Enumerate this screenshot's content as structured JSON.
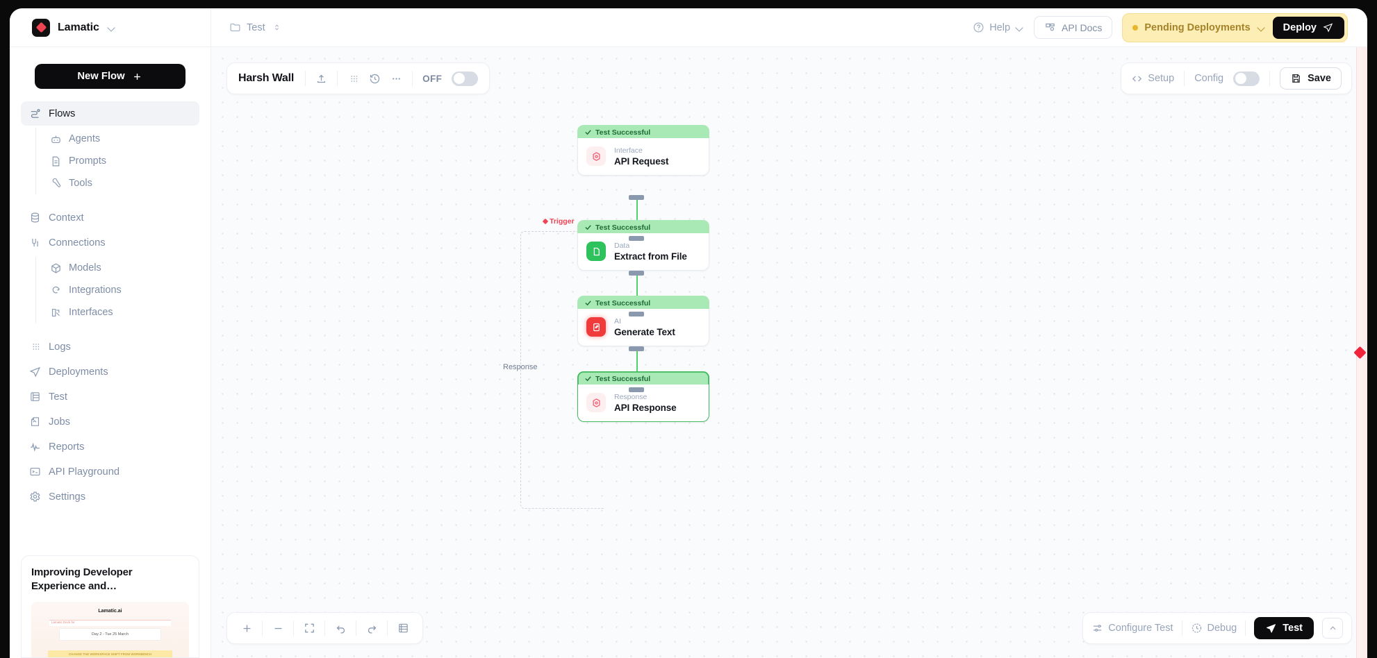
{
  "topbar": {
    "brand": "Lamatic",
    "brand_caret": "chevron-down",
    "breadcrumb_folder": "Test",
    "help": "Help",
    "api_docs": "API Docs",
    "pending_deployments": "Pending Deployments",
    "deploy": "Deploy",
    "accent_amber": "#fdeeb5",
    "accent_amber_text": "#a5832a",
    "brand_red": "#f04452"
  },
  "sidebar": {
    "new_flow": "New Flow",
    "items": [
      {
        "label": "Flows",
        "icon": "flows-icon",
        "active": true
      },
      {
        "label": "Context",
        "icon": "database-icon",
        "active": false
      },
      {
        "label": "Connections",
        "icon": "connections-icon",
        "active": false
      },
      {
        "label": "Logs",
        "icon": "logs-icon",
        "active": false
      },
      {
        "label": "Deployments",
        "icon": "deployments-icon",
        "active": false
      },
      {
        "label": "Test",
        "icon": "test-icon",
        "active": false
      },
      {
        "label": "Jobs",
        "icon": "jobs-icon",
        "active": false
      },
      {
        "label": "Reports",
        "icon": "reports-icon",
        "active": false
      },
      {
        "label": "API Playground",
        "icon": "terminal-icon",
        "active": false
      },
      {
        "label": "Settings",
        "icon": "gear-icon",
        "active": false
      }
    ],
    "flows_children": [
      {
        "label": "Agents",
        "icon": "robot-icon"
      },
      {
        "label": "Prompts",
        "icon": "document-icon"
      },
      {
        "label": "Tools",
        "icon": "wrench-icon"
      }
    ],
    "connections_children": [
      {
        "label": "Models",
        "icon": "cube-icon"
      },
      {
        "label": "Integrations",
        "icon": "integrations-icon"
      },
      {
        "label": "Interfaces",
        "icon": "interfaces-icon"
      }
    ],
    "promo": {
      "title": "Improving Developer Experience and…",
      "thumb_brand": "Lamatic.ai",
      "thumb_bar": "Lamatic Deck for",
      "thumb_card": "Day 2 - Tue 25 March",
      "thumb_yellow": "CHANGE THE WORKSPACE SHIFT FROM WORKBENCH"
    }
  },
  "flow_header": {
    "title": "Harsh Wall",
    "icons": [
      "upload-icon",
      "list-icon",
      "history-icon",
      "more-icon"
    ],
    "toggle_label": "OFF",
    "toggle_on": false
  },
  "flow_tools": {
    "setup": "Setup",
    "config": "Config",
    "config_on": false,
    "save": "Save"
  },
  "bottom_left_tools": [
    {
      "name": "zoom-in-icon"
    },
    {
      "name": "zoom-out-icon"
    },
    {
      "name": "fit-view-icon"
    },
    {
      "name": "undo-icon"
    },
    {
      "name": "redo-icon"
    },
    {
      "name": "table-icon"
    }
  ],
  "bottom_right": {
    "configure_test": "Configure Test",
    "debug": "Debug",
    "test": "Test",
    "expand_caret": "chevron-up"
  },
  "canvas": {
    "trigger_label": "Trigger",
    "response_label": "Response",
    "nodes": [
      {
        "status": "Test Successful",
        "category": "Interface",
        "name": "API Request",
        "icon": "interface-icon",
        "selected": false
      },
      {
        "status": "Test Successful",
        "category": "Data",
        "name": "Extract from File",
        "icon": "data-file-icon",
        "selected": false
      },
      {
        "status": "Test Successful",
        "category": "AI",
        "name": "Generate Text",
        "icon": "ai-icon",
        "selected": false
      },
      {
        "status": "Test Successful",
        "category": "Response",
        "name": "API Response",
        "icon": "response-icon",
        "selected": true
      }
    ],
    "edge_color": "#4dd36a",
    "selected_border": "#3fb95d"
  }
}
